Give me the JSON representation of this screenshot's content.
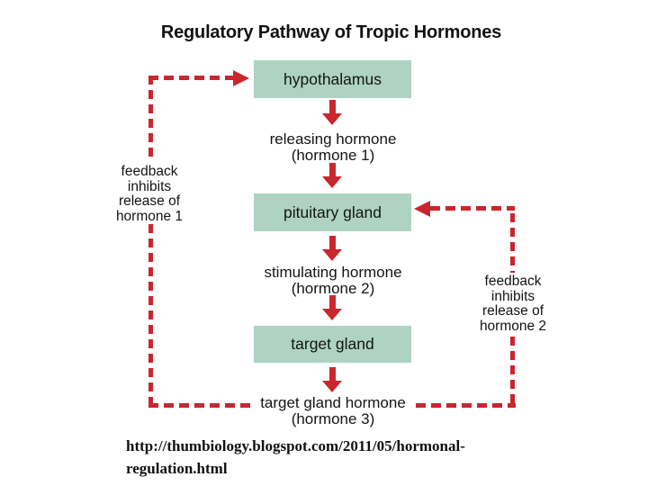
{
  "title": "Regulatory Pathway of Tropic Hormones",
  "colors": {
    "arrow_red": "#c9262d",
    "node_fill_green": "#aed3c2",
    "text_black": "#151515"
  },
  "nodes": {
    "hypothalamus": {
      "label": "hypothalamus"
    },
    "pituitary": {
      "label": "pituitary gland"
    },
    "target": {
      "label": "target gland"
    }
  },
  "flow_labels": {
    "releasing": {
      "line1": "releasing hormone",
      "line2": "(hormone 1)"
    },
    "stimulating": {
      "line1": "stimulating hormone",
      "line2": "(hormone 2)"
    },
    "target_hormone": {
      "line1": "target gland hormone",
      "line2": "(hormone 3)"
    }
  },
  "feedback_left": {
    "line1": "feedback",
    "line2": "inhibits",
    "line3": "release of",
    "line4": "hormone 1"
  },
  "feedback_right": {
    "line1": "feedback",
    "line2": "inhibits",
    "line3": "release of",
    "line4": "hormone 2"
  },
  "source": {
    "line1": "http://thumbiology.blogspot.com/2011/05/hormonal-",
    "line2": "regulation.html"
  },
  "diagram": {
    "type": "flowchart",
    "sequence": [
      "hypothalamus",
      "releasing hormone (hormone 1)",
      "pituitary gland",
      "stimulating hormone (hormone 2)",
      "target gland",
      "target gland hormone (hormone 3)"
    ],
    "feedback_loops": [
      {
        "from": "target gland hormone (hormone 3)",
        "to": "hypothalamus",
        "label": "feedback inhibits release of hormone 1",
        "style": "dashed-red"
      },
      {
        "from": "target gland hormone (hormone 3)",
        "to": "pituitary gland",
        "label": "feedback inhibits release of hormone 2",
        "style": "dashed-red"
      }
    ]
  }
}
